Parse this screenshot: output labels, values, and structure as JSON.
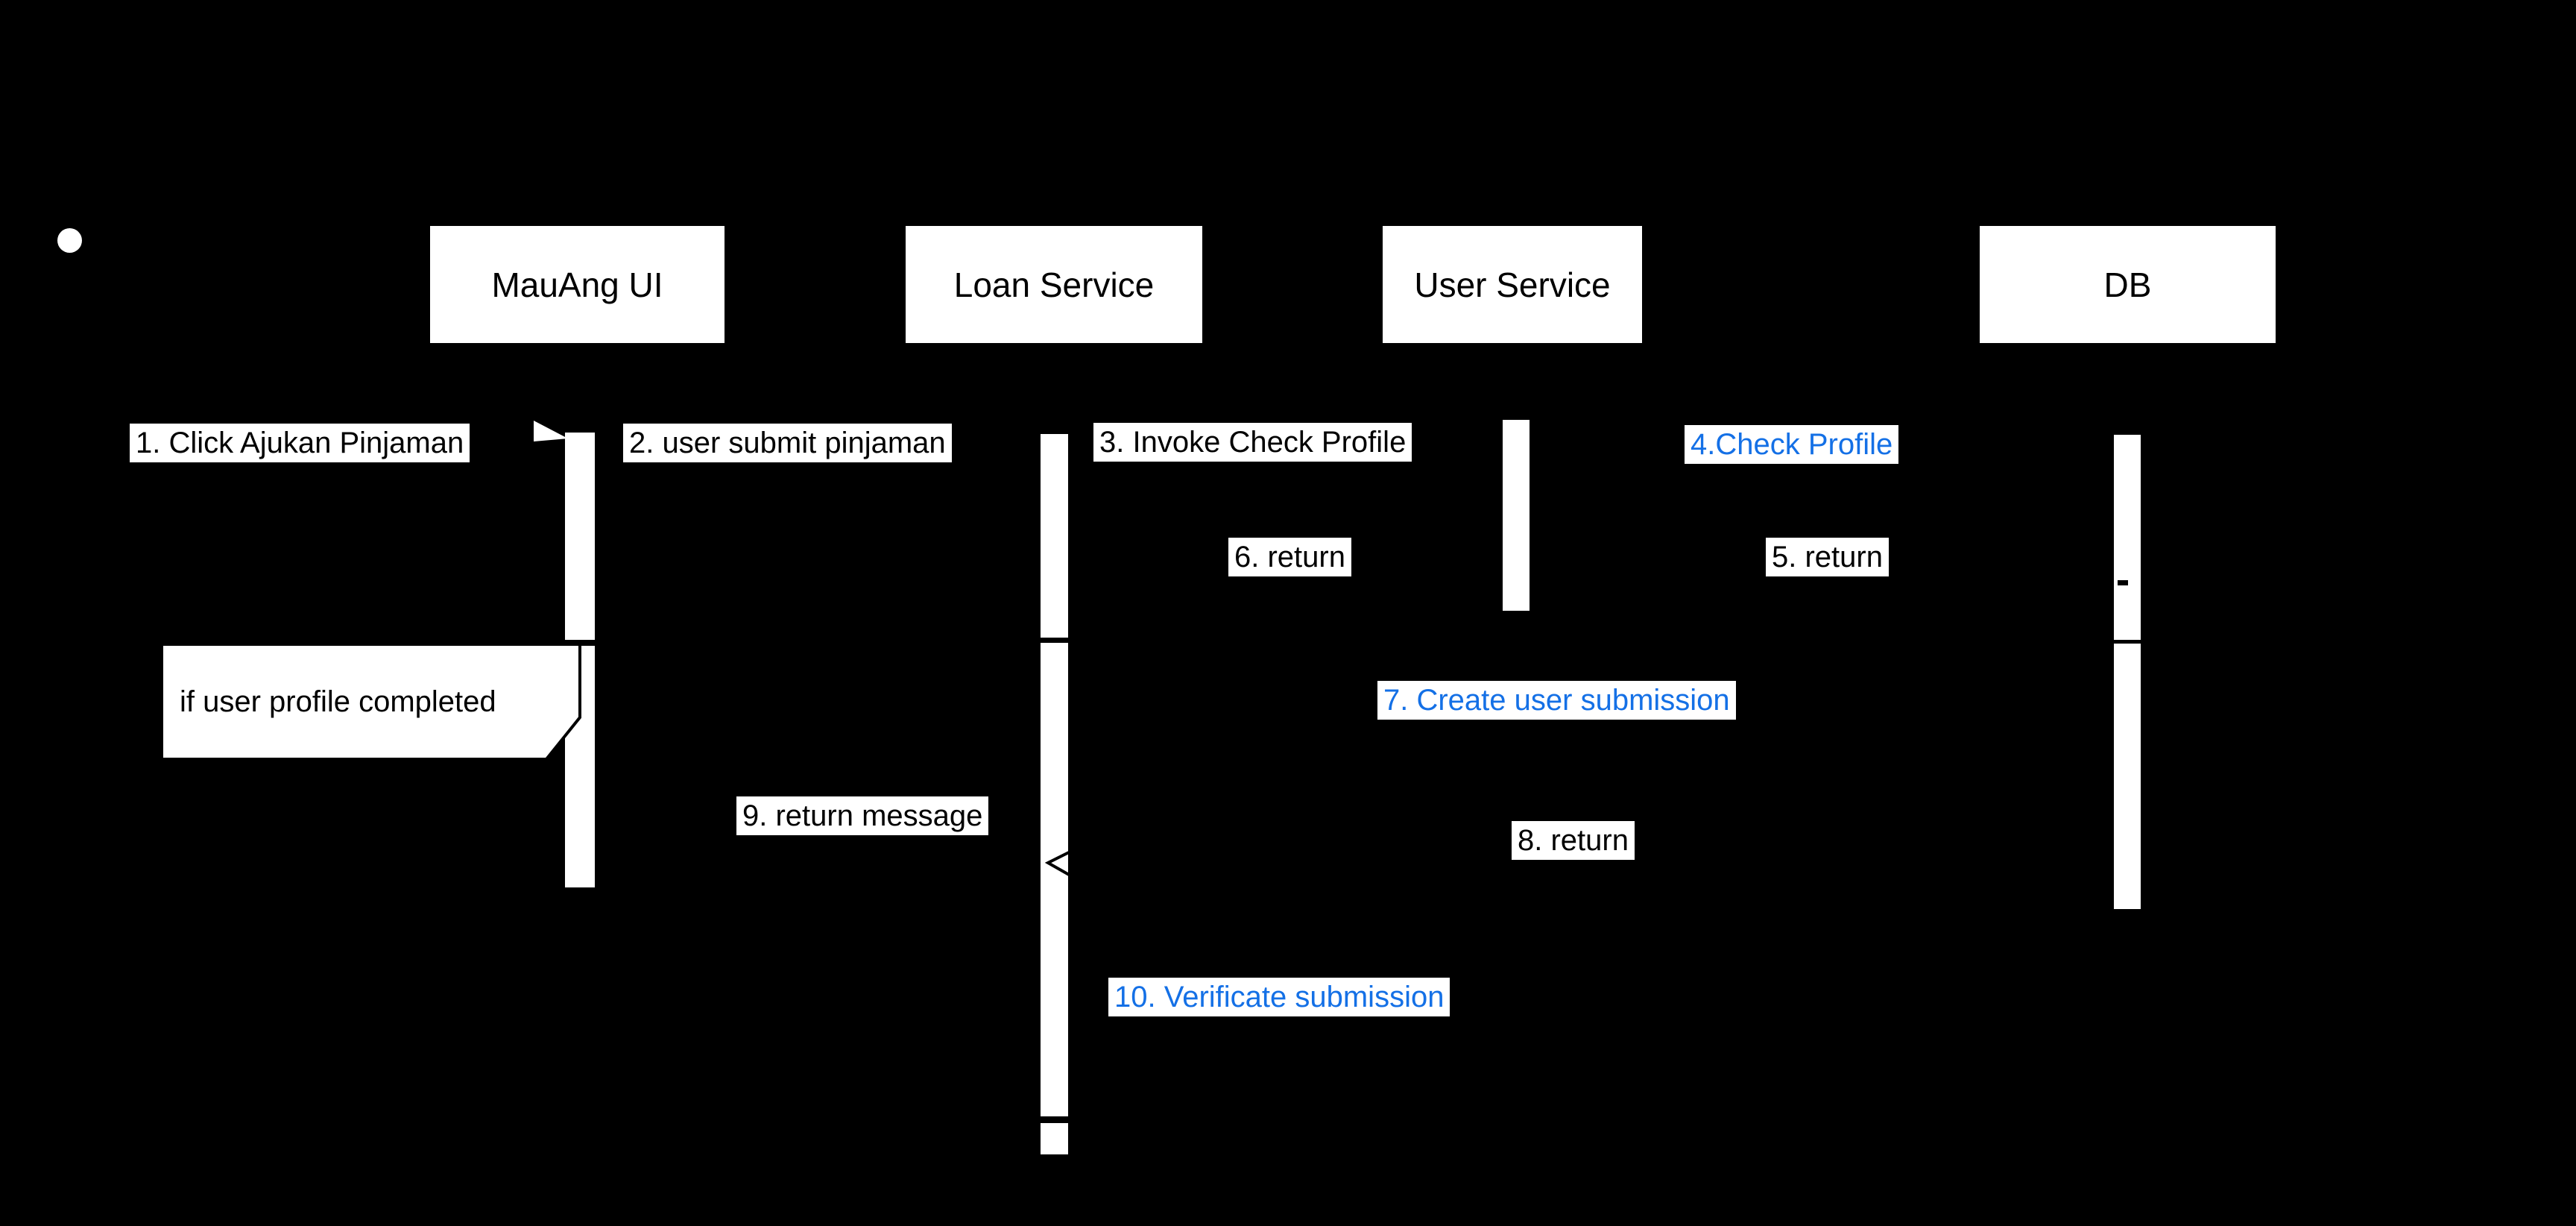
{
  "diagram": {
    "type": "uml-sequence",
    "colors": {
      "background": "#000000",
      "shape_fill": "#ffffff",
      "text": "#000000",
      "accent_blue": "#1470E6"
    },
    "participants": [
      {
        "label": "MauAng UI"
      },
      {
        "label": "Loan Service"
      },
      {
        "label": "User Service"
      },
      {
        "label": "DB"
      }
    ],
    "messages": [
      {
        "label": "1. Click Ajukan Pinjaman",
        "color": "#000000"
      },
      {
        "label": "2. user submit pinjaman",
        "color": "#000000"
      },
      {
        "label": "3. Invoke Check Profile",
        "color": "#000000"
      },
      {
        "label": "4.Check Profile",
        "color": "#1470E6"
      },
      {
        "label": "5. return",
        "color": "#000000"
      },
      {
        "label": "6. return",
        "color": "#000000"
      },
      {
        "label": "7. Create user submission",
        "color": "#1470E6"
      },
      {
        "label": "8. return",
        "color": "#000000"
      },
      {
        "label": "9. return message",
        "color": "#000000"
      },
      {
        "label": "10. Verificate submission",
        "color": "#1470E6"
      }
    ],
    "note": {
      "label": "if user profile completed"
    },
    "marks": {
      "db_dash": "-"
    }
  }
}
